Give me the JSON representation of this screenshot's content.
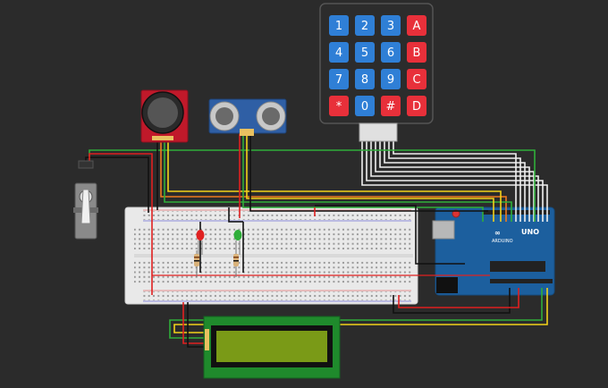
{
  "keypad": {
    "keys": [
      {
        "label": "1",
        "type": "digit"
      },
      {
        "label": "2",
        "type": "digit"
      },
      {
        "label": "3",
        "type": "digit"
      },
      {
        "label": "A",
        "type": "letter"
      },
      {
        "label": "4",
        "type": "digit"
      },
      {
        "label": "5",
        "type": "digit"
      },
      {
        "label": "6",
        "type": "digit"
      },
      {
        "label": "B",
        "type": "letter"
      },
      {
        "label": "7",
        "type": "digit"
      },
      {
        "label": "8",
        "type": "digit"
      },
      {
        "label": "9",
        "type": "digit"
      },
      {
        "label": "C",
        "type": "letter"
      },
      {
        "label": "*",
        "type": "letter"
      },
      {
        "label": "0",
        "type": "digit"
      },
      {
        "label": "#",
        "type": "letter"
      },
      {
        "label": "D",
        "type": "letter"
      }
    ]
  },
  "arduino": {
    "logo": "∞",
    "brand": "ARDUINO",
    "model": "UNO"
  },
  "colors": {
    "background": "#2b2b2b",
    "breadboard": "#e9e9e9",
    "arduino": "#1c5f9e",
    "key_digit": "#2f7fd6",
    "key_letter": "#e8303a",
    "lcd_pcb": "#1f8a2c",
    "lcd_screen": "#7a9a17",
    "joystick": "#c0192a",
    "ultrasonic": "#2f5fa5",
    "wire_red": "#e02020",
    "wire_yellow": "#f2d21a",
    "wire_green": "#2fae3a",
    "wire_white": "#f0f0f0",
    "wire_black": "#111111",
    "wire_orange": "#f07a20"
  },
  "components": {
    "led_red": "red-led",
    "led_green": "green-led",
    "servo": "servo-icon",
    "joystick": "joystick-icon",
    "ultrasonic": "ultrasonic-sensor-icon",
    "lcd": "lcd-display"
  }
}
